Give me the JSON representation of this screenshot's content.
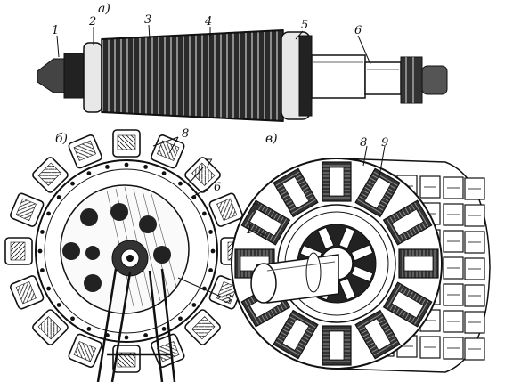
{
  "panels": [
    {
      "id": "a",
      "label": "а)"
    },
    {
      "id": "b",
      "label": "б)"
    },
    {
      "id": "c",
      "label": "в)"
    }
  ],
  "callouts_a": [
    "1",
    "2",
    "3",
    "4",
    "5",
    "6"
  ],
  "callouts_b": [
    "8",
    "7",
    "6",
    "3"
  ],
  "callouts_c": [
    "8",
    "9",
    "7",
    "1"
  ]
}
